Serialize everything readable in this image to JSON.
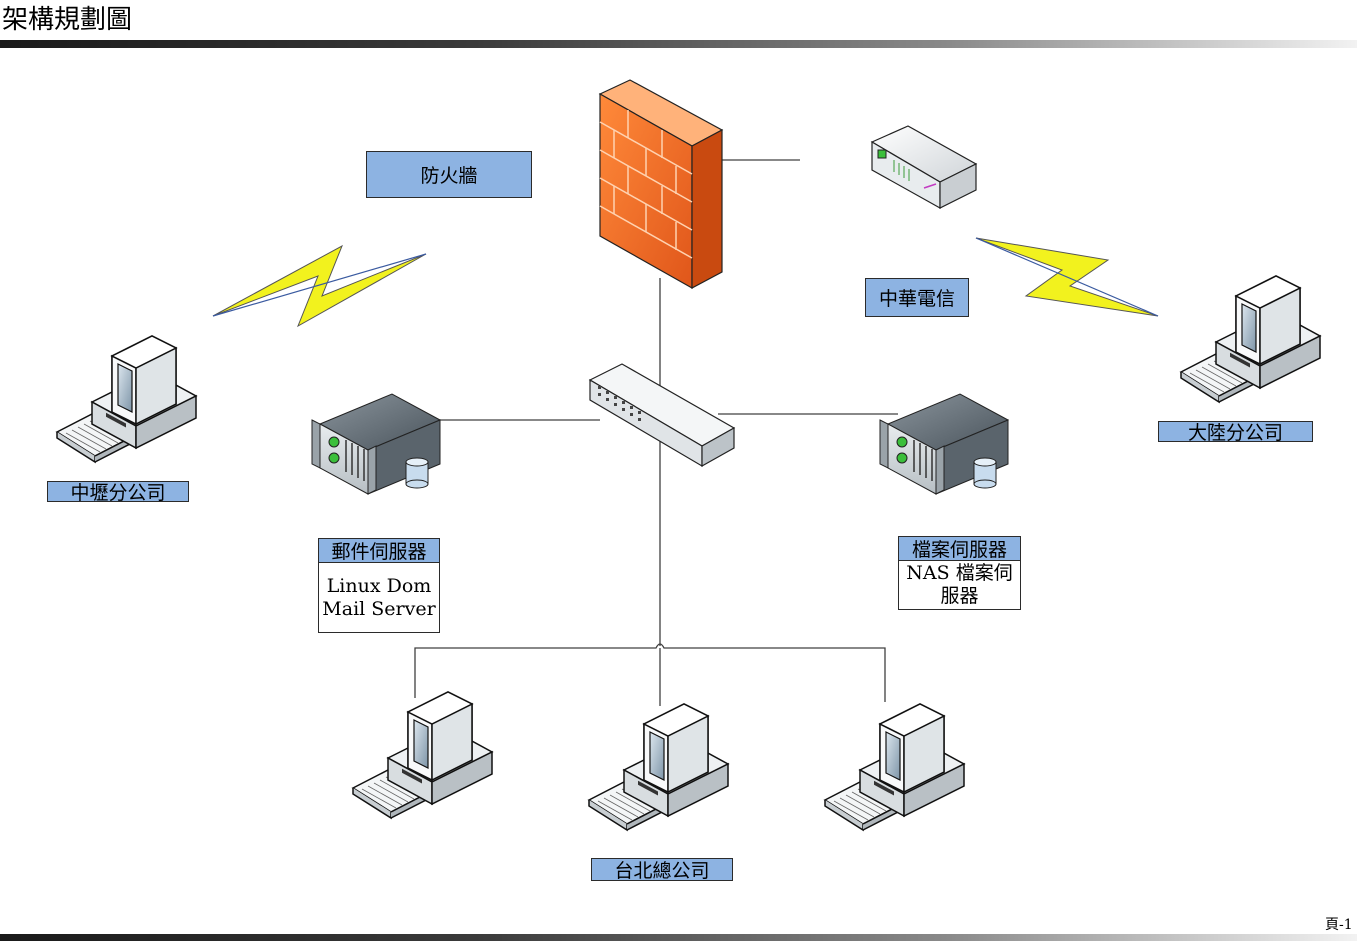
{
  "header": {
    "title": "架構規劃圖"
  },
  "footer": {
    "page_number": "頁-1"
  },
  "labels": {
    "firewall": "防火牆",
    "isp": "中華電信",
    "zhongli_branch": "中壢分公司",
    "china_branch": "大陸分公司",
    "mail_server": "郵件伺服器",
    "file_server": "檔案伺服器",
    "taipei_hq": "台北總公司"
  },
  "descriptions": {
    "mail_server": {
      "line1": "Linux Dom",
      "line2": "Mail Server"
    },
    "file_server": {
      "line1": "NAS 檔案伺",
      "line2": "服器"
    }
  },
  "colors": {
    "label_fill": "#8db3e2",
    "firewall_front": "#f26a21",
    "firewall_side": "#c94a10",
    "lightning": "#f2f21e",
    "line": "#404040"
  },
  "icons": [
    "firewall-icon",
    "modem-icon",
    "switch-icon",
    "server-icon",
    "computer-icon",
    "lightning-icon"
  ]
}
